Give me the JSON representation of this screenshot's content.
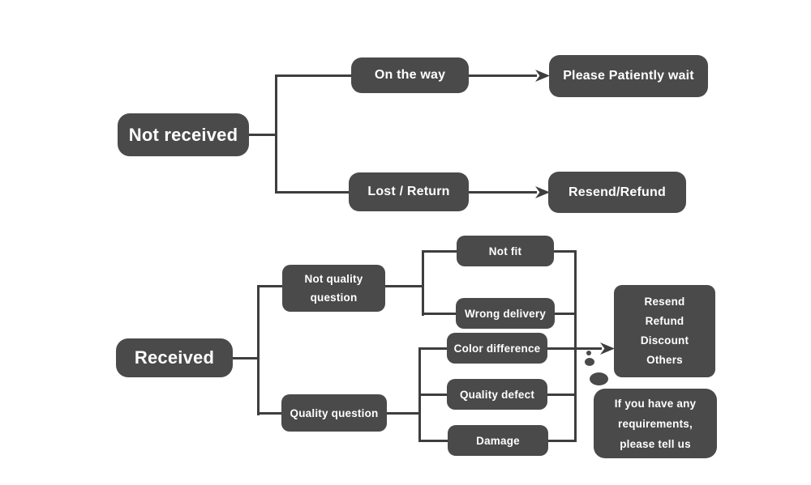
{
  "diagram_type": "customer-service-flowchart",
  "labels": {
    "not_received": "Not received",
    "on_the_way": "On the way",
    "please_patiently_wait": "Please Patiently wait",
    "lost_return": "Lost / Return",
    "resend_refund": "Resend/Refund",
    "received": "Received",
    "not_quality_question": [
      "Not quality",
      "question"
    ],
    "quality_question": "Quality question",
    "not_fit": "Not fit",
    "wrong_delivery": "Wrong delivery",
    "color_difference": "Color difference",
    "quality_defect": "Quality defect",
    "damage": "Damage",
    "outcomes": [
      "Resend",
      "Refund",
      "Discount",
      "Others"
    ],
    "note": [
      "If you have any",
      "requirements,",
      "please tell us"
    ]
  },
  "edges": [
    {
      "from": "not_received",
      "to": "on_the_way",
      "arrow": false
    },
    {
      "from": "not_received",
      "to": "lost_return",
      "arrow": false
    },
    {
      "from": "on_the_way",
      "to": "please_patiently_wait",
      "arrow": true
    },
    {
      "from": "lost_return",
      "to": "resend_refund",
      "arrow": true
    },
    {
      "from": "received",
      "to": "not_quality_question",
      "arrow": false
    },
    {
      "from": "received",
      "to": "quality_question",
      "arrow": false
    },
    {
      "from": "not_quality_question",
      "to": "not_fit",
      "arrow": false
    },
    {
      "from": "not_quality_question",
      "to": "wrong_delivery",
      "arrow": false
    },
    {
      "from": "quality_question",
      "to": "color_difference",
      "arrow": false
    },
    {
      "from": "quality_question",
      "to": "quality_defect",
      "arrow": false
    },
    {
      "from": "quality_question",
      "to": "damage",
      "arrow": false
    },
    {
      "from": "not_fit",
      "to": "outcomes",
      "arrow": true
    },
    {
      "from": "wrong_delivery",
      "to": "outcomes",
      "arrow": true
    },
    {
      "from": "color_difference",
      "to": "outcomes",
      "arrow": true
    },
    {
      "from": "quality_defect",
      "to": "outcomes",
      "arrow": true
    },
    {
      "from": "damage",
      "to": "outcomes",
      "arrow": true
    }
  ],
  "colors": {
    "box": "#4a4a4b",
    "line": "#3e3e3e",
    "text": "#ffffff",
    "background": "#ffffff"
  }
}
